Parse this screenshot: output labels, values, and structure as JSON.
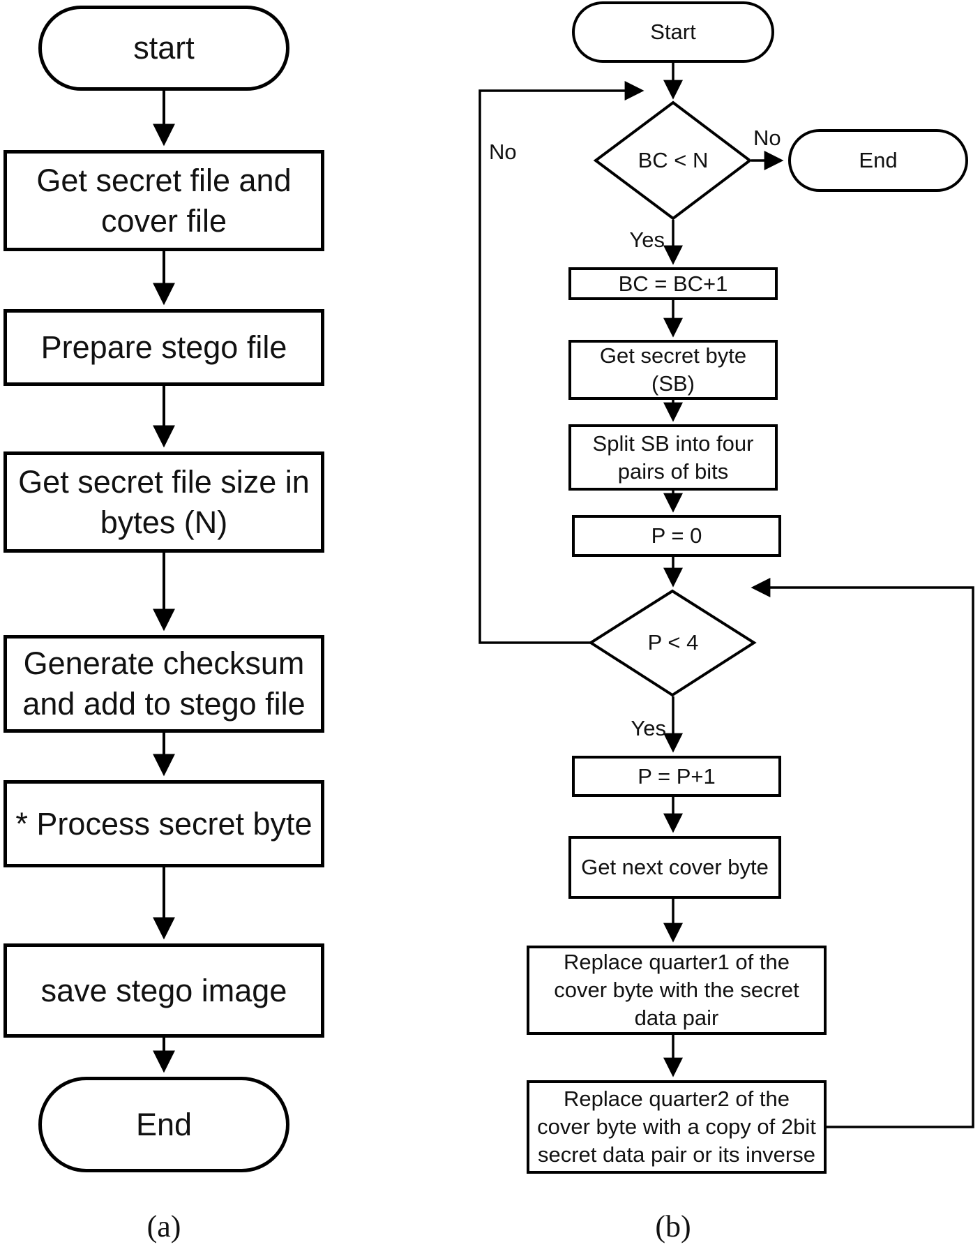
{
  "colors": {
    "line": "#000000",
    "background": "#ffffff",
    "text": "#111111"
  },
  "flowchart_a": {
    "start_label": "start",
    "steps": [
      "Get secret file and\ncover file",
      "Prepare stego file",
      "Get secret file size in\nbytes (N)",
      "Generate checksum\nand add to stego file",
      "* Process secret byte",
      "save stego image"
    ],
    "end_label": "End",
    "caption": "(a)"
  },
  "flowchart_b": {
    "start_label": "Start",
    "decision_bc": "BC < N",
    "decision_p": "P < 4",
    "steps": [
      "BC = BC+1",
      "Get secret byte\n(SB)",
      "Split SB into four\npairs of bits",
      "P = 0",
      "P = P+1",
      "Get next cover byte",
      "Replace quarter1 of the\ncover byte with the secret\ndata pair",
      "Replace quarter2 of the\ncover byte with a copy of 2bit\nsecret data pair or its inverse"
    ],
    "end_label": "End",
    "edge_labels": {
      "no_to_end": "No",
      "yes_from_bc": "Yes",
      "no_loop": "No",
      "yes_from_p": "Yes"
    },
    "caption": "(b)"
  }
}
